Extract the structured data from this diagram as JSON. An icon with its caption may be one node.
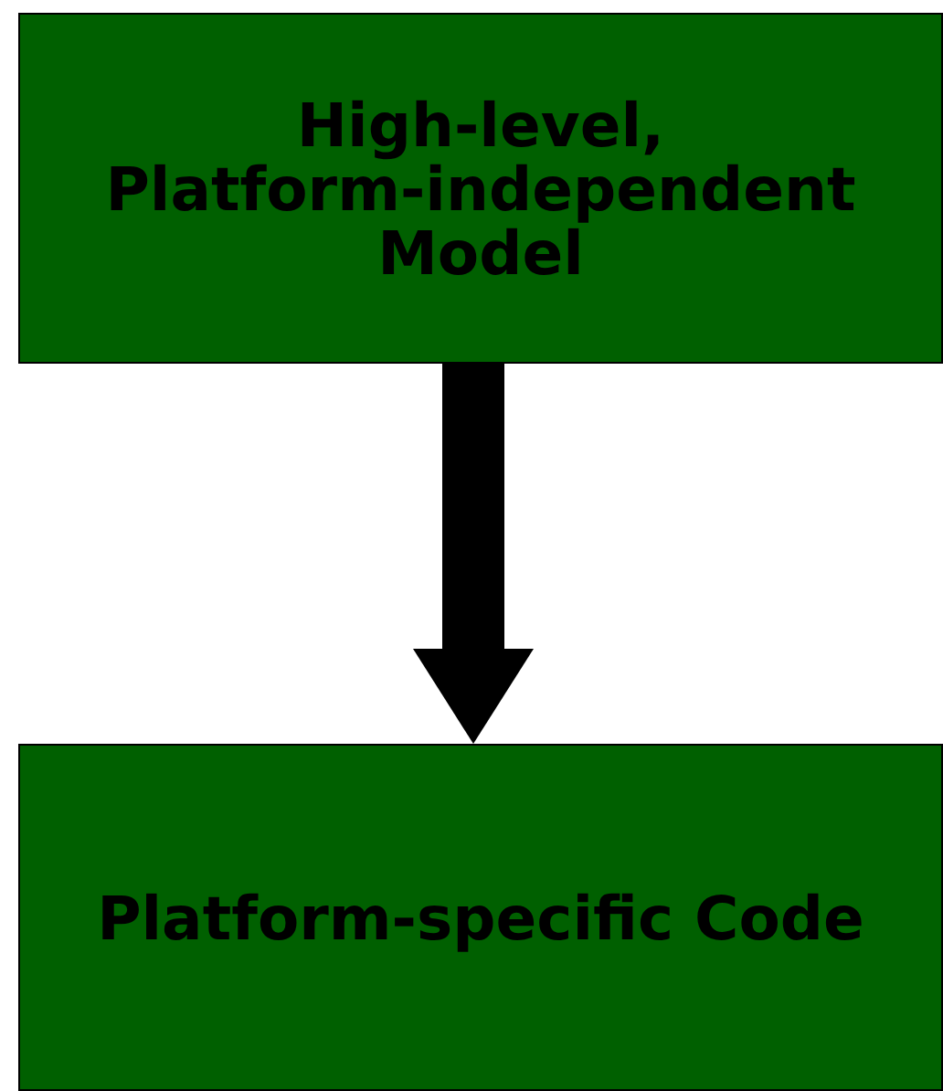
{
  "diagram": {
    "nodes": [
      {
        "text": [
          "High-level, Platform-independent Model"
        ]
      },
      {
        "text": [
          "Platform-specific Code"
        ]
      }
    ],
    "edges": [
      {
        "from": 0,
        "to": 1,
        "arrow": "to"
      }
    ]
  }
}
